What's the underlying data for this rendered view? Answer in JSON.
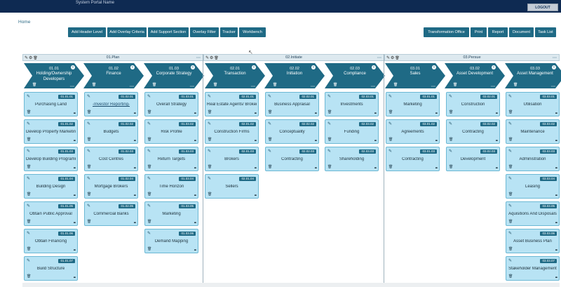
{
  "header": {
    "title": "System Portal Name",
    "logout": "LOGOUT"
  },
  "breadcrumb": {
    "home": "Home"
  },
  "toolbar": {
    "left": [
      "Add Header Level",
      "Add Overlay Criteria",
      "Add Support Section",
      "Overlay Filter",
      "Tracker",
      "Workbench"
    ],
    "right": [
      "Transformation Office",
      "Print",
      "Report",
      "Document",
      "Task List"
    ]
  },
  "columns": [
    {
      "title": "01.Plan",
      "stages": [
        {
          "code": "01.01",
          "name": "Holding/Ownership Developers",
          "cards": [
            {
              "code": "01.01.01",
              "label": "Purchasing Land"
            },
            {
              "code": "01.01.02",
              "label": "Develop Property Marketing"
            },
            {
              "code": "01.01.03",
              "label": "Develop Building Programme"
            },
            {
              "code": "01.01.04",
              "label": "Building Design"
            },
            {
              "code": "01.01.05",
              "label": "Obtain Public Approval"
            },
            {
              "code": "01.01.06",
              "label": "Obtain Financing"
            },
            {
              "code": "01.01.07",
              "label": "Build Structure"
            }
          ]
        },
        {
          "code": "01.02",
          "name": "Finance",
          "cards": [
            {
              "code": "01.02.01",
              "label": "-Investor Reporting-"
            },
            {
              "code": "01.02.02",
              "label": "Budgets"
            },
            {
              "code": "01.02.03",
              "label": "Cost Centres"
            },
            {
              "code": "01.02.04",
              "label": "Mortgage Brokers"
            },
            {
              "code": "01.02.05",
              "label": "Commercial Banks"
            }
          ]
        },
        {
          "code": "01.03",
          "name": "Corporate Strategy",
          "cards": [
            {
              "code": "01.03.01",
              "label": "Overall Strategy"
            },
            {
              "code": "01.03.02",
              "label": "Risk Profile"
            },
            {
              "code": "01.03.03",
              "label": "Return Targets"
            },
            {
              "code": "01.03.04",
              "label": "Time Horizon"
            },
            {
              "code": "01.03.05",
              "label": "Marketing"
            },
            {
              "code": "01.03.06",
              "label": "Demand Mapping"
            }
          ]
        }
      ]
    },
    {
      "title": "02.Initiate",
      "stages": [
        {
          "code": "02.01",
          "name": "Transaction",
          "cards": [
            {
              "code": "02.01.01",
              "label": "Real Estate Agents/ Brokers"
            },
            {
              "code": "02.01.02",
              "label": "Construction Firms"
            },
            {
              "code": "02.01.03",
              "label": "Brokers"
            },
            {
              "code": "02.01.04",
              "label": "Sellers"
            }
          ]
        },
        {
          "code": "02.02",
          "name": "Initiation",
          "cards": [
            {
              "code": "02.02.01",
              "label": "Business Appraisal"
            },
            {
              "code": "02.02.02",
              "label": "Conceptuality"
            },
            {
              "code": "02.02.03",
              "label": "Contracting"
            }
          ]
        },
        {
          "code": "02.03",
          "name": "Compliance",
          "cards": [
            {
              "code": "02.03.01",
              "label": "Investments"
            },
            {
              "code": "02.03.02",
              "label": "Funding"
            },
            {
              "code": "02.03.03",
              "label": "Shareholding"
            }
          ]
        }
      ]
    },
    {
      "title": "03.Persue",
      "stages": [
        {
          "code": "03.01",
          "name": "Sales",
          "cards": [
            {
              "code": "03.01.01",
              "label": "Marketing"
            },
            {
              "code": "03.01.02",
              "label": "Agreements"
            },
            {
              "code": "03.01.03",
              "label": "Contracting"
            }
          ]
        },
        {
          "code": "03.02",
          "name": "Asset Development",
          "cards": [
            {
              "code": "03.02.01",
              "label": "Construction"
            },
            {
              "code": "03.02.02",
              "label": "Contracting"
            },
            {
              "code": "03.02.03",
              "label": "Development"
            }
          ]
        },
        {
          "code": "03.03",
          "name": "Asset Management",
          "cards": [
            {
              "code": "03.03.01",
              "label": "Utilisation"
            },
            {
              "code": "03.03.02",
              "label": "Maintenance"
            },
            {
              "code": "03.03.03",
              "label": "Administration"
            },
            {
              "code": "03.03.04",
              "label": "Leasing"
            },
            {
              "code": "03.03.05",
              "label": "Aquisitions And Disposals"
            },
            {
              "code": "03.03.06",
              "label": "Asset Business Plan"
            },
            {
              "code": "03.03.07",
              "label": "Stakeholder Management"
            }
          ]
        }
      ]
    }
  ],
  "icons": {
    "edit": "edit-icon",
    "settings": "gear-icon",
    "delete": "trash-icon",
    "more": "ellipsis-icon",
    "add": "plus-icon"
  },
  "colors": {
    "topbar": "#0e2a52",
    "accent": "#1f6a85",
    "card": "#b8e3f4"
  }
}
